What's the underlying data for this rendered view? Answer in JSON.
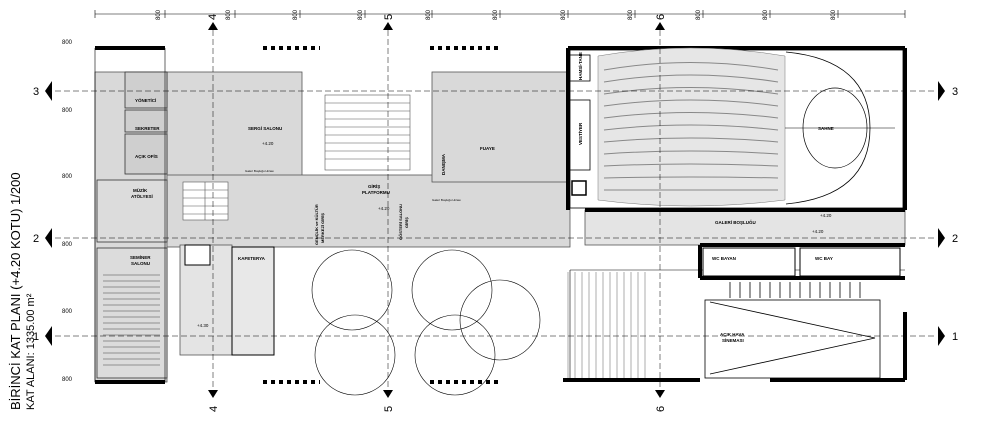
{
  "title": {
    "line1": "BİRİNCİ KAT PLANI (+4.20 KOTU) 1/200",
    "line2": "KAT ALANI: 1335.00 m²"
  },
  "dimension": "800",
  "axes": {
    "horizontal": [
      "1",
      "2",
      "3"
    ],
    "vertical": [
      "4",
      "5",
      "6"
    ]
  },
  "rooms": {
    "yonetici": "YÖNETİCİ",
    "sekreter": "SEKRETER",
    "acik_ofis": "AÇIK OFİS",
    "muzik": [
      "MÜZİK",
      "ATÖLYESİ"
    ],
    "seminer": [
      "SEMİNER",
      "SALONU"
    ],
    "sergi": "SERGİ SALONU",
    "giris_platformu": [
      "GİRİŞ",
      "PLATFORMU"
    ],
    "genclik": [
      "GENÇLİK ve KÜLTÜR",
      "MERKEZİ GİRİŞ"
    ],
    "gosteri": [
      "GÖSTERİ SALONU",
      "GİRİŞ"
    ],
    "danisma": "DANIŞMA",
    "fuaye": "FUAYE",
    "kafeterya": "KAFETERYA",
    "sahne": "SAHNE",
    "vestiyer": "VESTİYER",
    "hamsi": "HAMSİ-TANE",
    "galeri": "GALERİ BOŞLUĞU",
    "wc_bayan": "WC BAYAN",
    "wc_bay": "WC BAY",
    "acik_hava": [
      "AÇIK HAVA",
      "SİNEMASI"
    ],
    "galeri_small": "Galeri Boşluğu Hizası"
  },
  "levels": {
    "l420": "+4.20",
    "l650": "+4.30"
  }
}
